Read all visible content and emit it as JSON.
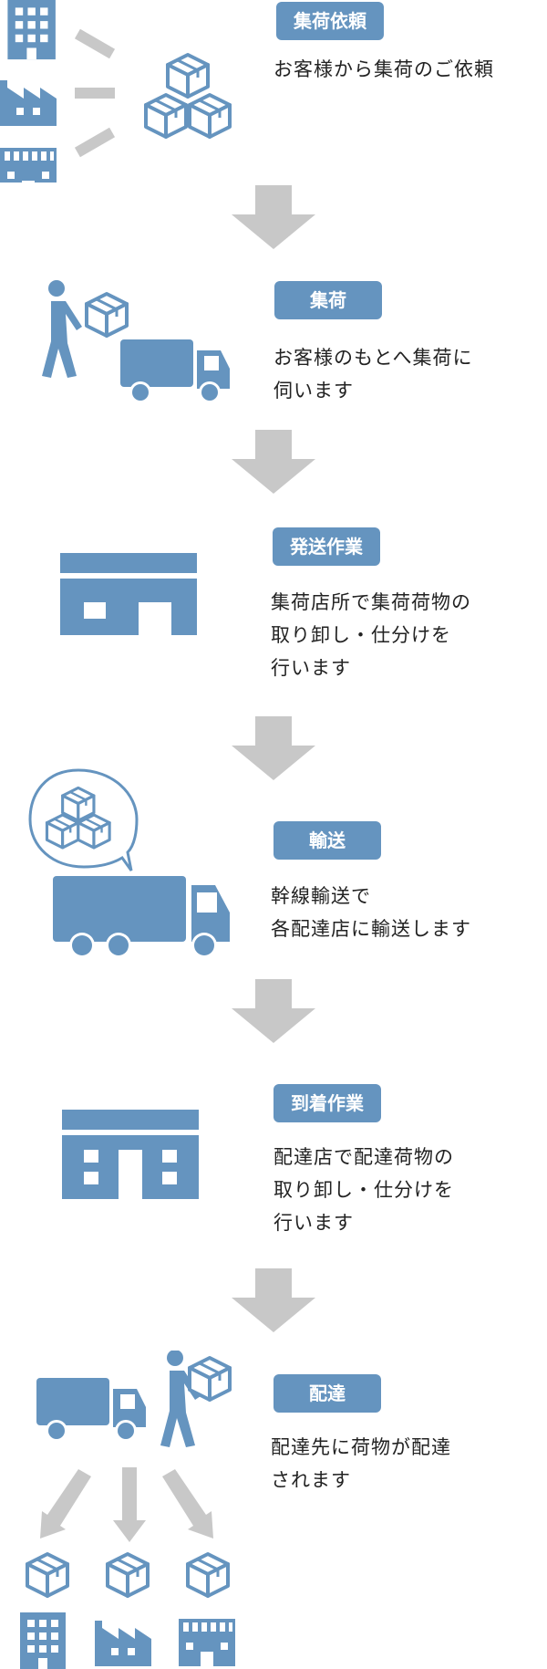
{
  "colors": {
    "primary": "#6594bf",
    "arrow": "#c8c8c8",
    "text": "#222222"
  },
  "steps": [
    {
      "label": "集荷依頼",
      "desc": "お客様から集荷のご依頼",
      "icons": [
        "building-icon",
        "factory-icon",
        "warehouse-icon",
        "boxes-icon"
      ]
    },
    {
      "label": "集荷",
      "desc": "お客様のもとへ集荷に\n伺います",
      "icons": [
        "person-carrying-box-icon",
        "truck-icon"
      ]
    },
    {
      "label": "発送作業",
      "desc": "集荷店所で集荷荷物の\n取り卸し・仕分けを\n行います",
      "icons": [
        "depot-icon"
      ]
    },
    {
      "label": "輸送",
      "desc": "幹線輸送で\n各配達店に輸送します",
      "icons": [
        "boxes-speech-bubble-icon",
        "large-truck-icon"
      ]
    },
    {
      "label": "到着作業",
      "desc": "配達店で配達荷物の\n取り卸し・仕分けを\n行います",
      "icons": [
        "depot-icon"
      ]
    },
    {
      "label": "配達",
      "desc": "配達先に荷物が配達\nされます",
      "icons": [
        "truck-icon",
        "person-carrying-box-icon",
        "building-icon",
        "factory-icon",
        "warehouse-icon"
      ]
    }
  ]
}
